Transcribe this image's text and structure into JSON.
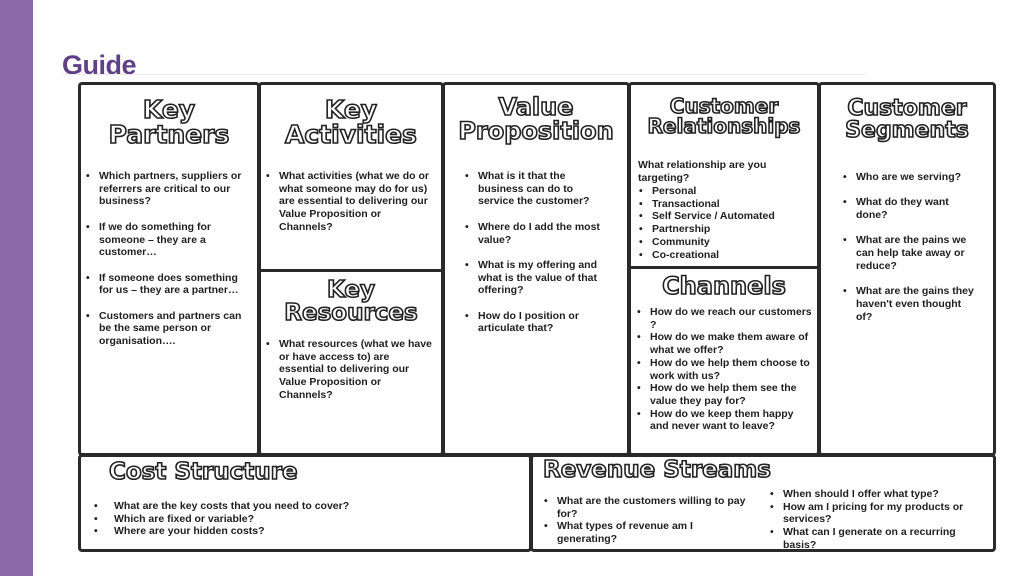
{
  "slide": {
    "title": "Guide"
  },
  "blocks": {
    "key_partners": {
      "title": "Key\nPartners",
      "items": [
        "Which partners, suppliers or referrers are critical to our business?",
        "If we do something for someone – they are a customer…",
        "If someone does something for us – they are a partner…",
        "Customers and partners can be the same person or organisation…."
      ]
    },
    "key_activities": {
      "title": "Key\nActivities",
      "items": [
        "What activities (what we do or what someone may do for us) are essential to delivering our Value Proposition or Channels?"
      ]
    },
    "key_resources": {
      "title": "Key\nResources",
      "items": [
        "What resources (what we have or have access to) are essential to delivering our Value Proposition or Channels?"
      ]
    },
    "value_proposition": {
      "title": "Value\nProposition",
      "items": [
        "What is it that the business can do to service the customer?",
        "Where do I add the most value?",
        "What is my offering and what is the value of that offering?",
        "How do I position or articulate that?"
      ]
    },
    "customer_relationships": {
      "title": "Customer\nRelationships",
      "intro": "What relationship are you targeting?",
      "items": [
        "Personal",
        "Transactional",
        "Self Service / Automated",
        "Partnership",
        "Community",
        "Co-creational"
      ]
    },
    "channels": {
      "title": "Channels",
      "items": [
        "How do we reach our customers ?",
        "How do we make them aware of what we offer?",
        "How do we help them choose to work with us?",
        "How do we help them see the value they pay for?",
        "How do we keep them happy and never want to leave?"
      ]
    },
    "customer_segments": {
      "title": "Customer\nSegments",
      "items": [
        "Who are we serving?",
        "What do they want done?",
        "What are the pains we can help take away or reduce?",
        "What are the gains they haven't even thought of?"
      ]
    },
    "cost_structure": {
      "title": "Cost Structure",
      "items": [
        "What are the key costs that you need to cover?",
        "Which are fixed or variable?",
        "Where are your hidden costs?"
      ]
    },
    "revenue_streams": {
      "title": "Revenue Streams",
      "items_left": [
        "What are the customers willing to pay for?",
        "What types of revenue am I generating?"
      ],
      "items_right": [
        "When should I offer what type?",
        "How am I pricing for my products or services?",
        "What can I generate on a recurring basis?"
      ]
    }
  }
}
